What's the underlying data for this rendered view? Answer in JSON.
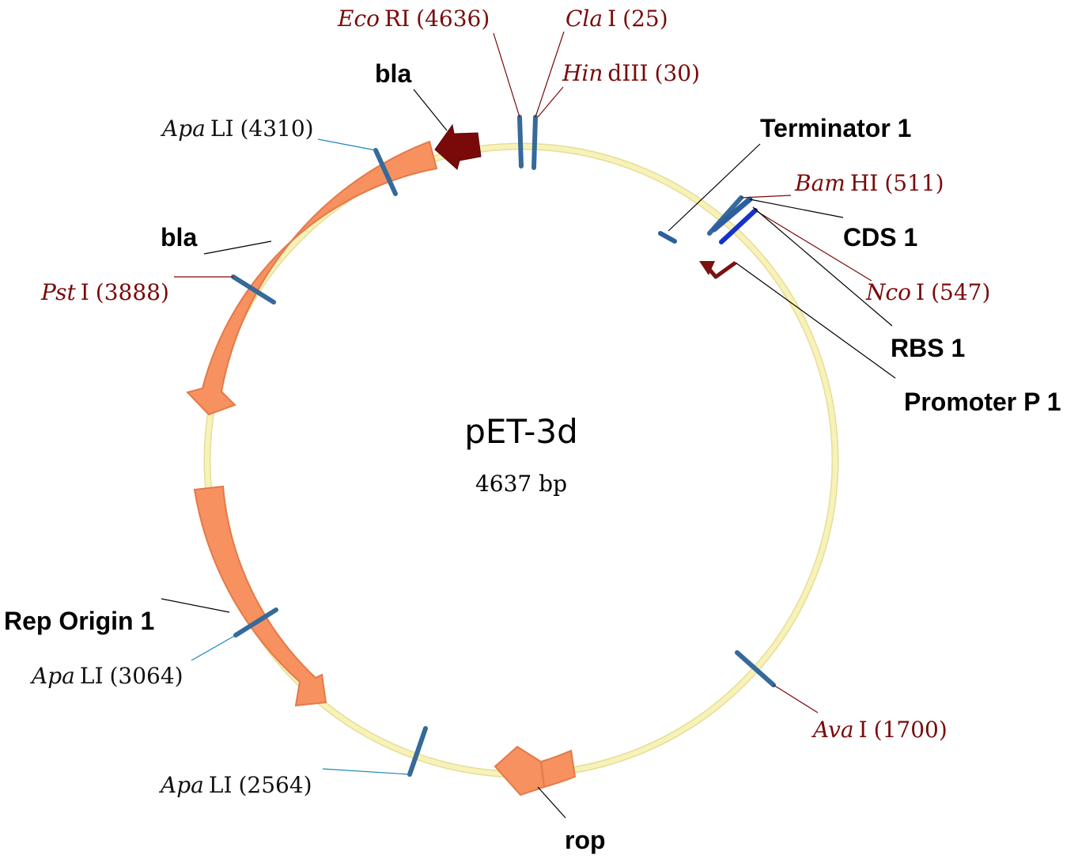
{
  "plasmid": {
    "name": "pET-3d",
    "size": "4637 bp"
  },
  "colors": {
    "backbone": "#f7f2b8",
    "backbone_edge": "#e6dd98",
    "feature_fill": "#f7915f",
    "feature_edge": "#e4794a",
    "bla_small": "#7a0a0a",
    "promoter": "#7a1212",
    "site_line": "#356a9a",
    "site_label": "#7a0a0a",
    "site_label_dark": "#111111",
    "cds": "#2d5fa0",
    "rbs": "#1533c8"
  },
  "features": [
    {
      "id": "bla-top",
      "label": "bla"
    },
    {
      "id": "bla-main",
      "label": "bla"
    },
    {
      "id": "terminator",
      "label": "Terminator 1"
    },
    {
      "id": "cds",
      "label": "CDS 1"
    },
    {
      "id": "rbs",
      "label": "RBS 1"
    },
    {
      "id": "promoter",
      "label": "Promoter P 1"
    },
    {
      "id": "rep-origin",
      "label": "Rep Origin 1"
    },
    {
      "id": "rop",
      "label": "rop"
    }
  ],
  "sites": [
    {
      "id": "ecori",
      "enzyme_italic": "Eco",
      "enzyme_rest": "RI",
      "position": "(4636)"
    },
    {
      "id": "clai",
      "enzyme_italic": "Cla",
      "enzyme_rest": "I",
      "position": "(25)"
    },
    {
      "id": "hindiii",
      "enzyme_italic": "Hin",
      "enzyme_rest": "dIII",
      "position": "(30)"
    },
    {
      "id": "apali-4310",
      "enzyme_italic": "Apa",
      "enzyme_rest": "LI",
      "position": "(4310)"
    },
    {
      "id": "psti",
      "enzyme_italic": "Pst",
      "enzyme_rest": "I",
      "position": "(3888)"
    },
    {
      "id": "bamhi",
      "enzyme_italic": "Bam",
      "enzyme_rest": "HI",
      "position": "(511)"
    },
    {
      "id": "ncoi",
      "enzyme_italic": "Nco",
      "enzyme_rest": "I",
      "position": "(547)"
    },
    {
      "id": "apali-3064",
      "enzyme_italic": "Apa",
      "enzyme_rest": "LI",
      "position": "(3064)"
    },
    {
      "id": "apali-2564",
      "enzyme_italic": "Apa",
      "enzyme_rest": "LI",
      "position": "(2564)"
    },
    {
      "id": "avai",
      "enzyme_italic": "Ava",
      "enzyme_rest": "I",
      "position": "(1700)"
    }
  ]
}
